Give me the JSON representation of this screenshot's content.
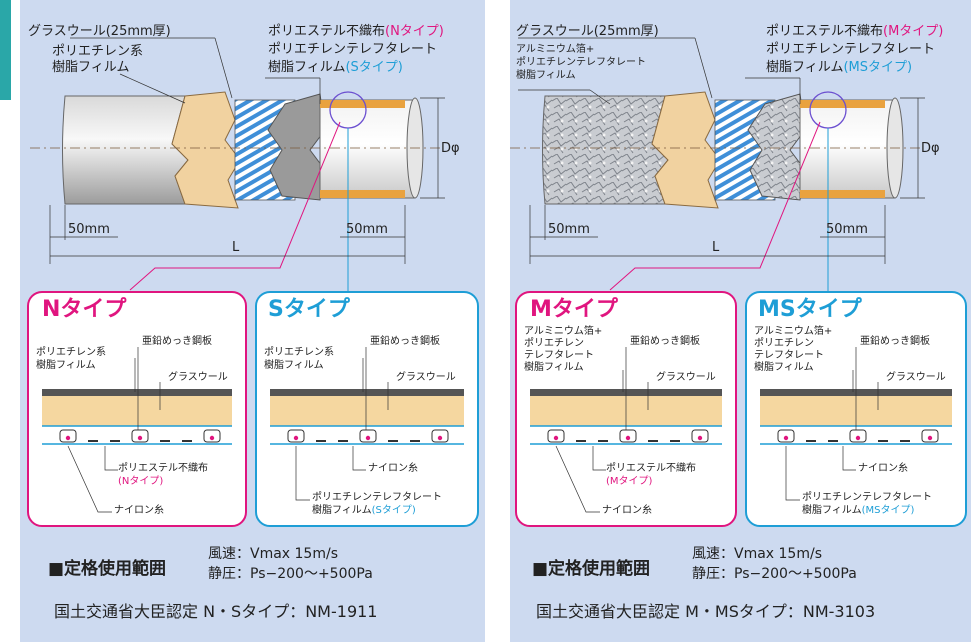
{
  "left": {
    "top": {
      "glass": "グラスウール(25mm厚)",
      "film1": "ポリエチレン系",
      "film2": "樹脂フィルム",
      "poly_a": "ポリエステル不織布",
      "poly_a_tag": "(Nタイプ)",
      "poly_b": "ポリエチレンテレフタレート",
      "poly_c": "樹脂フィルム",
      "poly_c_tag": "(Sタイプ)",
      "dim_50a": "50mm",
      "dim_50b": "50mm",
      "dim_l": "L",
      "dim_d": "Dφ"
    },
    "box1": {
      "title": "Nタイプ",
      "film1": "ポリエチレン系",
      "film2": "樹脂フィルム",
      "steel": "亜鉛めっき鋼板",
      "glass": "グラスウール",
      "poly": "ポリエステル不織布",
      "poly_tag": "(Nタイプ)",
      "nylon": "ナイロン糸"
    },
    "box2": {
      "title": "Sタイプ",
      "film1": "ポリエチレン系",
      "film2": "樹脂フィルム",
      "steel": "亜鉛めっき鋼板",
      "glass": "グラスウール",
      "nylon": "ナイロン糸",
      "pet1": "ポリエチレンテレフタレート",
      "pet2": "樹脂フィルム",
      "pet_tag": "(Sタイプ)"
    },
    "range_label": "■定格使用範囲",
    "spec1": "風速：Vmax 15m/s",
    "spec2": "静圧：Ps−200〜+500Pa",
    "cert": "国土交通省大臣認定 N・Sタイプ：NM-1911"
  },
  "right": {
    "top": {
      "glass": "グラスウール(25mm厚)",
      "film1": "アルミニウム箔+",
      "film2": "ポリエチレンテレフタレート",
      "film3": "樹脂フィルム",
      "poly_a": "ポリエステル不織布",
      "poly_a_tag": "(Mタイプ)",
      "poly_b": "ポリエチレンテレフタレート",
      "poly_c": "樹脂フィルム",
      "poly_c_tag": "(MSタイプ)",
      "dim_50a": "50mm",
      "dim_50b": "50mm",
      "dim_l": "L",
      "dim_d": "Dφ"
    },
    "box1": {
      "title": "Mタイプ",
      "film1": "アルミニウム箔+",
      "film2": "ポリエチレン",
      "film3": "テレフタレート",
      "film4": "樹脂フィルム",
      "steel": "亜鉛めっき鋼板",
      "glass": "グラスウール",
      "poly": "ポリエステル不織布",
      "poly_tag": "(Mタイプ)",
      "nylon": "ナイロン糸"
    },
    "box2": {
      "title": "MSタイプ",
      "film1": "アルミニウム箔+",
      "film2": "ポリエチレン",
      "film3": "テレフタレート",
      "film4": "樹脂フィルム",
      "steel": "亜鉛めっき鋼板",
      "glass": "グラスウール",
      "nylon": "ナイロン糸",
      "pet1": "ポリエチレンテレフタレート",
      "pet2": "樹脂フィルム",
      "pet_tag": "(MSタイプ)"
    },
    "range_label": "■定格使用範囲",
    "spec1": "風速：Vmax 15m/s",
    "spec2": "静圧：Ps−200〜+500Pa",
    "cert": "国土交通省大臣認定 M・MSタイプ：NM-3103"
  },
  "colors": {
    "panel": "#cddaf0",
    "magenta": "#e0157f",
    "cyan": "#1e9ed6",
    "glass": "#f5d7a0",
    "teal": "#2aa7a8"
  }
}
